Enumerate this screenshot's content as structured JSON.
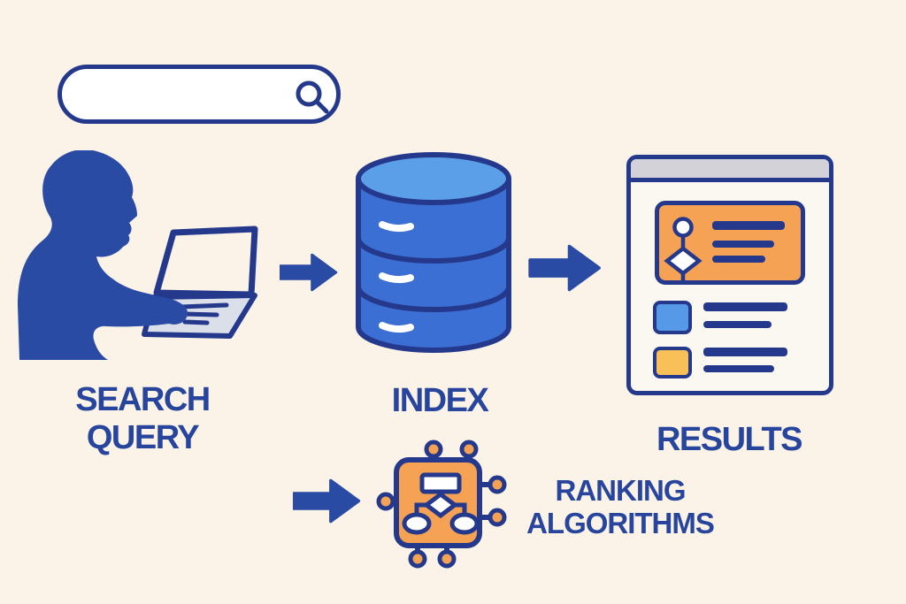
{
  "labels": {
    "search_query": "SEARCH QUERY",
    "index": "INDEX",
    "results": "RESULTS",
    "ranking_line1": "RANKING",
    "ranking_line2": "ALGORITHMS"
  },
  "search_bar": {
    "value": "",
    "placeholder": "",
    "icon": "search-icon"
  },
  "diagram": {
    "type": "flow-illustration",
    "nodes": [
      {
        "id": "search-query",
        "label": "SEARCH QUERY",
        "icon": "person-with-laptop-illustration"
      },
      {
        "id": "index",
        "label": "INDEX",
        "icon": "database-icon"
      },
      {
        "id": "ranking-algorithms",
        "label": "RANKING ALGORITHMS",
        "icon": "chip-icon"
      },
      {
        "id": "results",
        "label": "RESULTS",
        "icon": "results-window-illustration"
      }
    ],
    "edges": [
      {
        "from": "search-query",
        "to": "index",
        "icon": "arrow-right-icon"
      },
      {
        "from": "index",
        "to": "results",
        "icon": "arrow-right-icon"
      },
      {
        "from": "index",
        "to": "ranking-algorithms",
        "icon": "arrow-right-icon"
      }
    ]
  },
  "colors": {
    "bg": "#fcf3e8",
    "navy": "#24388c",
    "mid": "#2a4ba3",
    "text": "#27459c",
    "db-body": "#3b6fd3",
    "db-top": "#5c9fe9",
    "orange": "#f5a255",
    "yellow": "#f8c057",
    "blue-sq": "#5699e7",
    "titlebar": "#d4d2d9",
    "window": "#fbf8f1",
    "laptop": "#dbdfe9",
    "white": "#ffffff"
  }
}
